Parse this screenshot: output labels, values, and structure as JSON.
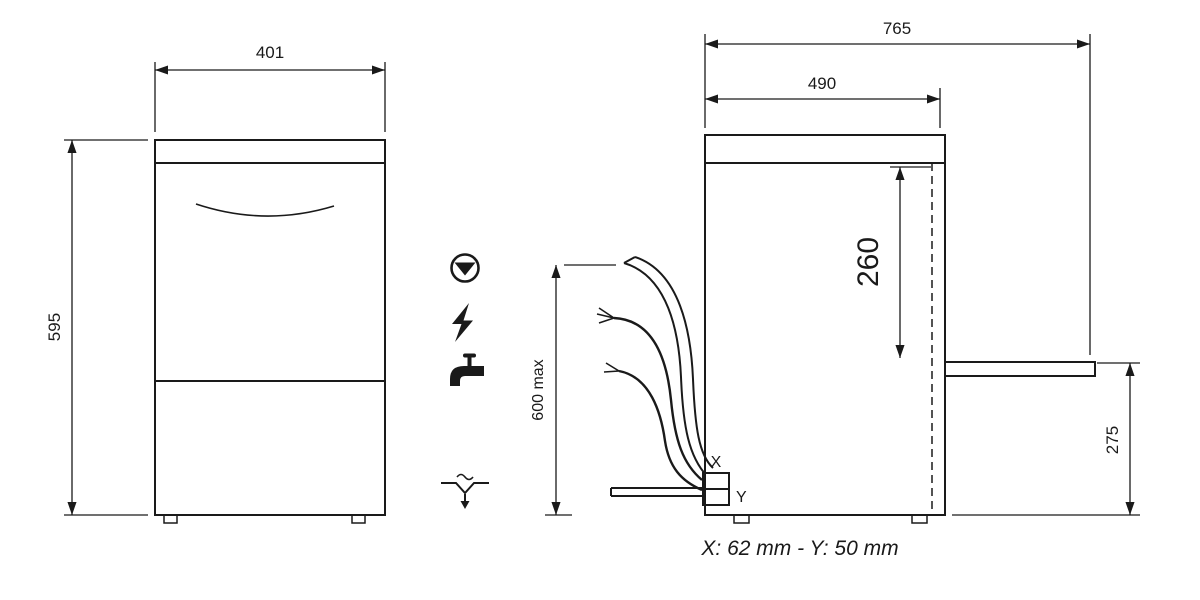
{
  "colors": {
    "line": "#1a1a1a",
    "background": "#ffffff"
  },
  "diagram": {
    "front_view": {
      "width": "401",
      "height": "595"
    },
    "side_view": {
      "overall_depth": "765",
      "body_depth": "490",
      "inner_height": "260",
      "counter_height": "275"
    },
    "connections": {
      "hose_max_length": "600 max",
      "x_label": "X",
      "y_label": "Y",
      "footnote": "X: 62 mm - Y: 50 mm"
    },
    "icons": [
      "drain-pump-icon",
      "electrical-connection-icon",
      "water-tap-icon",
      "drain-outlet-icon"
    ]
  }
}
